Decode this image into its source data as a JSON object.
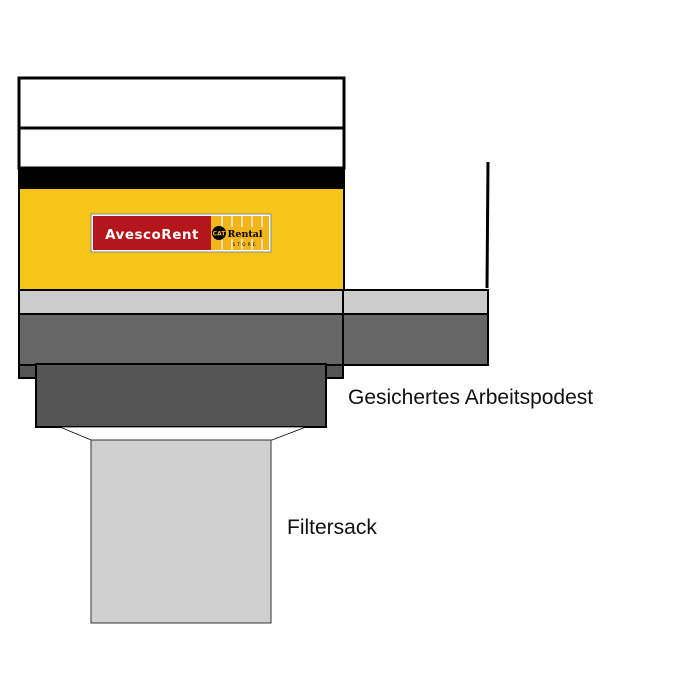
{
  "labels": {
    "platform": "Gesichertes Arbeitspodest",
    "filter_bag": "Filtersack"
  },
  "logo": {
    "brand": "AvescoRent",
    "partner_badge": "CAT",
    "partner_name": "Rental",
    "partner_sub": "STORE"
  },
  "colors": {
    "housing_yellow": "#f5c518",
    "logo_red": "#b5161c",
    "logo_gold": "#f2b51b",
    "rail_light_gray": "#cccccc",
    "base_dark_gray": "#666666",
    "hopper_gray": "#555555",
    "bag_gray": "#d0d0d0",
    "outline": "#000000"
  }
}
